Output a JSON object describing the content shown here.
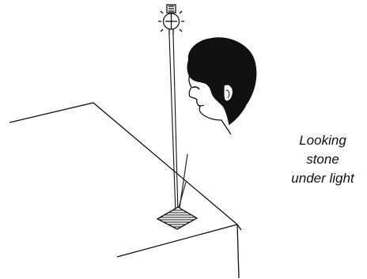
{
  "caption": {
    "lines": [
      "Looking",
      "stone",
      "under light"
    ]
  },
  "icons": {
    "lamp": "light-bulb-icon",
    "person": "person-head-icon",
    "stone": "gemstone-icon"
  },
  "colors": {
    "ink": "#111111",
    "background": "#ffffff"
  }
}
